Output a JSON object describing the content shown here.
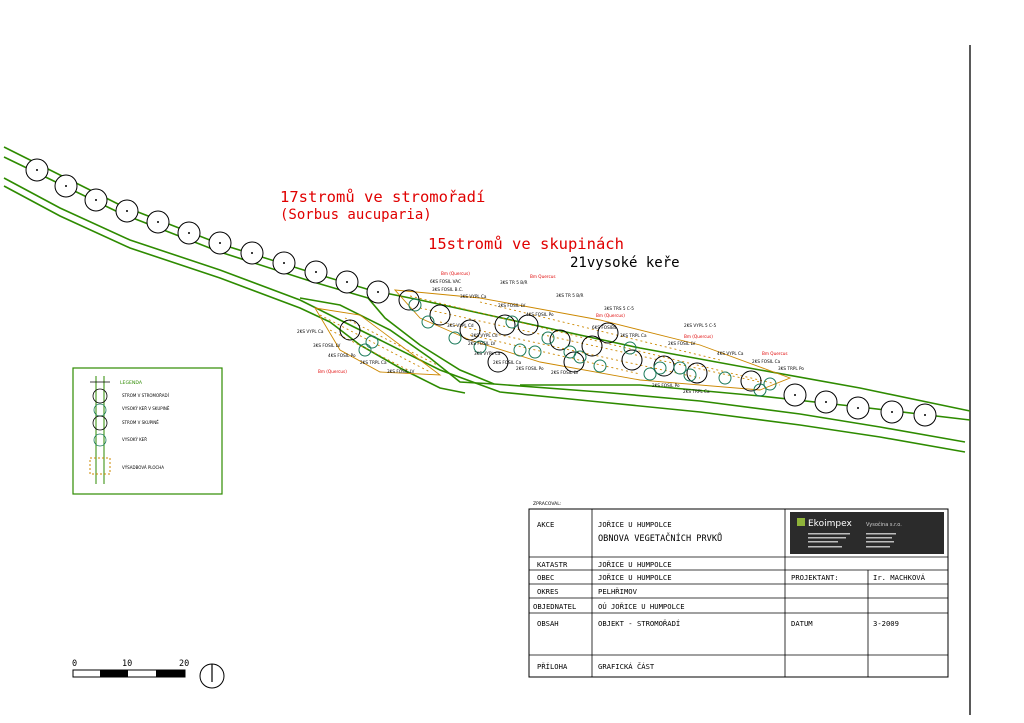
{
  "annotations": {
    "street_trees_count": "17stromů ve stromořadí",
    "street_trees_species": "(Sorbus aucuparia)",
    "group_trees": "15stromů ve skupinách",
    "shrubs": "21vysoké keře"
  },
  "plant_labels": {
    "l1": "6KS FOSIL VAC",
    "l2": "3KS FOSIL B.C.",
    "l3": "3KS VYPL Ca",
    "l4": "2KS FOSIL LV",
    "l5": "4KS FOSIL Po",
    "l6": "3KS VYPL Cd",
    "l7": "2KS VYPL Ca",
    "l8": "3KS FOSIL LV",
    "l9": "4KS FOSIL Po",
    "l10": "2KS TRPL Ca",
    "l11": "3KS FOSIL LV",
    "l12": "6KS FOSIBS",
    "l13": "3KS TRPL Ca",
    "l14": "2KS FOSIL LV",
    "l15": "4KS VYPL Ca",
    "l16": "3KS TRPL Po",
    "l17": "2KS FOSIL Ca",
    "l18": "3KS TR 5 B/R",
    "l19": "3KS TR 5 B/R",
    "l20": "3KS TRS 5 C-5",
    "l21": "2KS VYPL 5 C-5",
    "l22": "3KS VYPL Cd",
    "l23": "2KS FOSIL LV",
    "l24": "3KS VYPL Ca",
    "l25": "2KS FOSIL Ca",
    "l26": "2KS FOSIL Po",
    "l27": "2KS FOSIL LV",
    "l28": "2KS FOSIL Po",
    "l29": "2KS TRPL Ca",
    "r1": "Bm (Quercus)",
    "r2": "Bm Quercus",
    "r3": "Bm (Quercus)",
    "r4": "Bm (Quercus)",
    "r5": "Bm Quercus",
    "r6": "Bm (Quercus)"
  },
  "legend": {
    "title": "LEGENDA",
    "items": [
      "STROM V STROMOŘADÍ",
      "VYSOKÝ KEŘ V SKUPINĚ",
      "STROM V SKUPINĚ",
      "VYSOKÝ KEŘ",
      "VÝSADBOVÁ PLOCHA"
    ]
  },
  "scale_bar": {
    "ticks": [
      "0",
      "10",
      "20"
    ]
  },
  "title_block": {
    "header": "ZPRACOVAL:",
    "akce_label": "AKCE",
    "akce_value1": "JOŘICE U HUMPOLCE",
    "akce_value2": "OBNOVA VEGETAČNÍCH PRVKŮ",
    "company_name": "Ekoimpex",
    "company_suffix": "Vysočina s.r.o.",
    "katastr_label": "KATASTR",
    "katastr_value": "JOŘICE U HUMPOLCE",
    "obec_label": "OBEC",
    "obec_value": "JOŘICE U HUMPOLCE",
    "projektant_label": "PROJEKTANT:",
    "projektant_value": "Ir. MACHKOVÁ",
    "okres_label": "OKRES",
    "okres_value": "PELHŘIMOV",
    "investor_label": "OBJEDNATEL",
    "investor_value": "OÚ JOŘICE U HUMPOLCE",
    "obsah_label": "OBSAH",
    "obsah_value": "OBJEKT - STROMOŘADÍ",
    "datum_label": "DATUM",
    "datum_value": "3-2009",
    "priloha_label": "PŘÍLOHA",
    "priloha_value": "GRAFICKÁ ČÁST"
  },
  "colors": {
    "road": "#2e8b00",
    "annotation": "#e00000",
    "hatch": "#cc8800",
    "shrub": "#1a7a5a",
    "company_bg": "#2b2b2b"
  }
}
